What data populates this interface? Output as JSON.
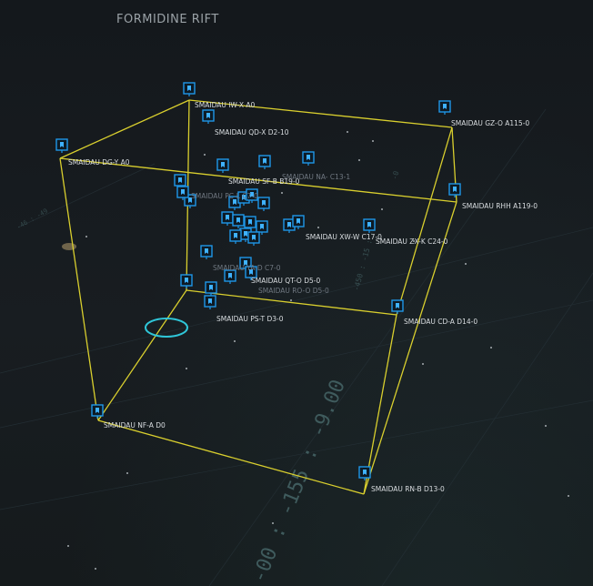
{
  "region_title": "FORMIDINE RIFT",
  "axis_readouts": [
    {
      "text": "-00 : -155 : -9.00"
    },
    {
      "text": "-450 : -15 : -0"
    },
    {
      "text": "-0"
    },
    {
      "text": "-46 : -49"
    }
  ],
  "colors": {
    "box_edge": "#d9cf2e",
    "marker": "#1f97e8",
    "target_ring": "#2fc6d8",
    "label": "#d9dde0"
  },
  "systems": [
    {
      "label": "SMAIDAU IW-X A0"
    },
    {
      "label": "SMAIDAU GZ-O A115-0"
    },
    {
      "label": "SMAIDAU QD-X D2-10"
    },
    {
      "label": "SMAIDAU DG-Y A0"
    },
    {
      "label": "SMAIDAU SF-B B19-0"
    },
    {
      "label": "SMAIDAU NA- C13-1"
    },
    {
      "label": "SMAIDAU RHH A119-0"
    },
    {
      "label": "SMAIDAU PC-L C7-0"
    },
    {
      "label": "SMAIDAU XW-W C17-0"
    },
    {
      "label": "SMAIDAU ZX-K C24-0"
    },
    {
      "label": "SMAIDAU YA-D C7-0"
    },
    {
      "label": "SMAIDAU QT-O D5-0"
    },
    {
      "label": "SMAIDAU RO-O D5-0"
    },
    {
      "label": "SMAIDAU PS-T D3-0"
    },
    {
      "label": "SMAIDAU CD-A D14-0"
    },
    {
      "label": "SMAIDAU NF-A D0"
    },
    {
      "label": "SMAIDAU RN-B D13-0"
    }
  ]
}
